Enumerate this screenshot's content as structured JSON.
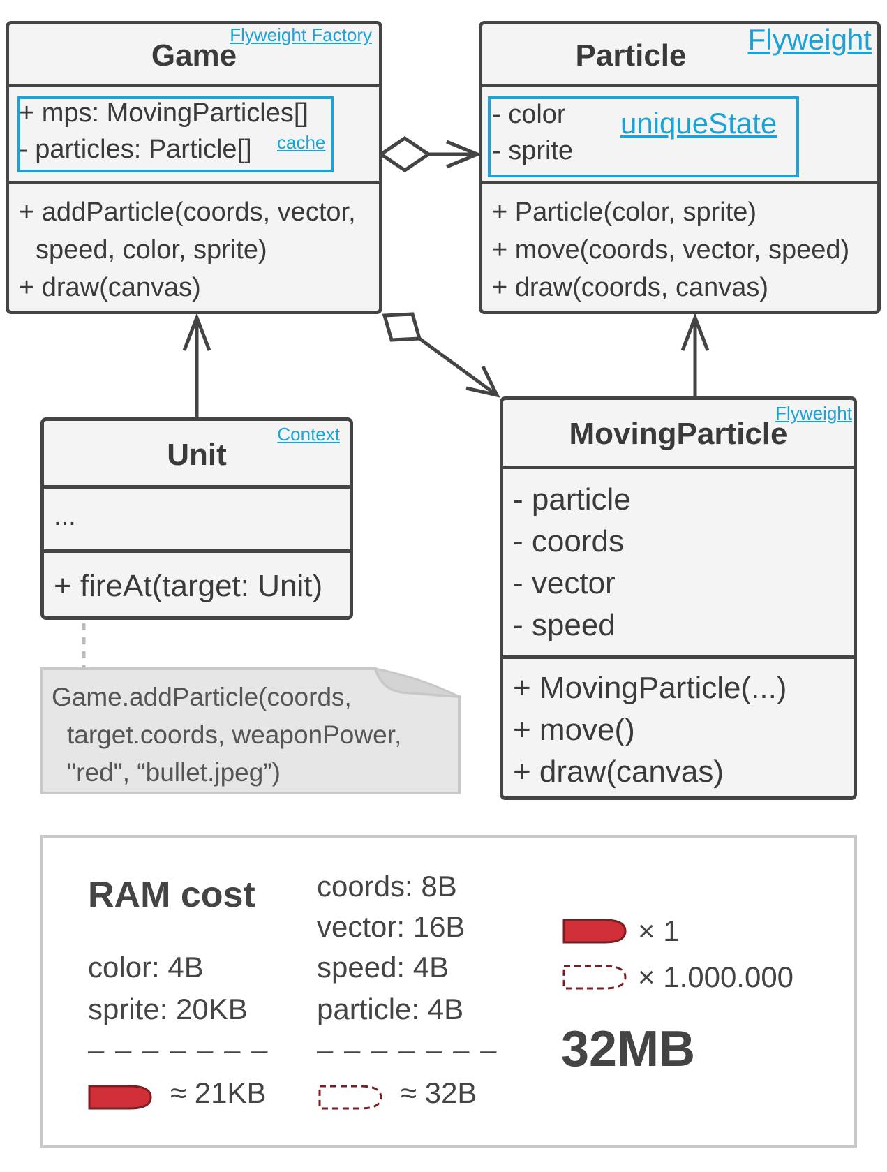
{
  "game": {
    "stereotype": "Flyweight Factory",
    "title": "Game",
    "fields": [
      "+ mps: MovingParticles[]",
      "- particles: Particle[]"
    ],
    "fields_note": "cache",
    "methods": [
      "+ addParticle(coords, vector,",
      "speed, color, sprite)",
      "+ draw(canvas)"
    ]
  },
  "particle": {
    "stereotype": "Flyweight",
    "title": "Particle",
    "fields": [
      "- color",
      "- sprite"
    ],
    "fields_note": "uniqueState",
    "methods": [
      "+ Particle(color, sprite)",
      "+ move(coords, vector, speed)",
      "+ draw(coords, canvas)"
    ]
  },
  "unit": {
    "stereotype": "Context",
    "title": "Unit",
    "fields": [
      "..."
    ],
    "methods": [
      "+ fireAt(target: Unit)"
    ]
  },
  "moving_particle": {
    "stereotype": "Flyweight",
    "title": "MovingParticle",
    "fields": [
      "- particle",
      "- coords",
      "- vector",
      "- speed"
    ],
    "methods": [
      "+ MovingParticle(...)",
      "+ move()",
      "+ draw(canvas)"
    ]
  },
  "note": {
    "lines": [
      "Game.addParticle(coords,",
      "target.coords,  weaponPower,",
      "\"red\", “bullet.jpeg”)"
    ]
  },
  "ram": {
    "title": "RAM cost",
    "col1": [
      "color: 4B",
      "sprite: 20KB"
    ],
    "col1_divider": "– – – – – – –",
    "col1_total": "≈ 21KB",
    "col2": [
      "coords: 8B",
      "vector: 16B",
      "speed: 4B",
      "particle: 4B"
    ],
    "col2_divider": "– – – – – – –",
    "col2_total": "≈ 32B",
    "count_solid": "× 1",
    "count_dashed": "× 1.000.000",
    "grand_total": "32MB"
  },
  "colors": {
    "accent": "#1aa3d8",
    "border": "#444444",
    "bullet": "#d12f37",
    "bullet_outline": "#7a1e22"
  }
}
